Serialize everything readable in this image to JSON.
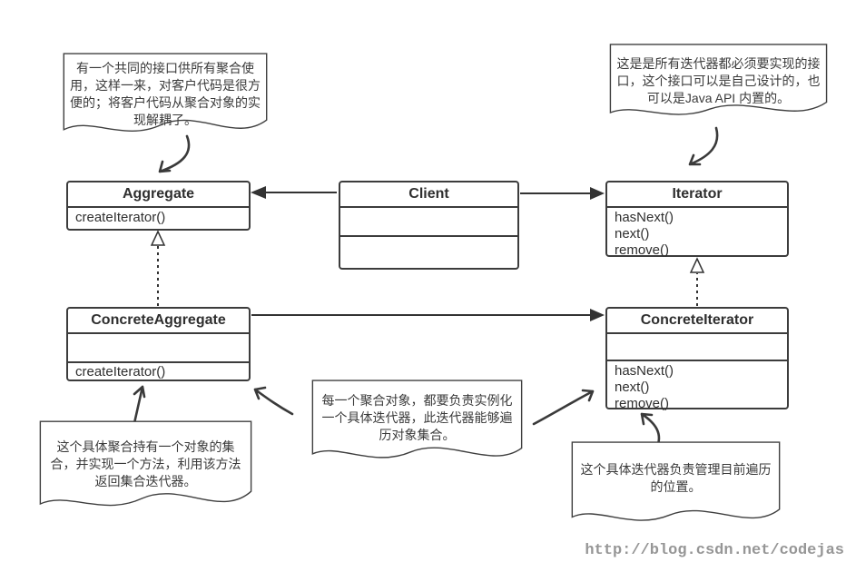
{
  "diagram": {
    "classes": {
      "aggregate": {
        "name": "Aggregate",
        "methods": [
          "createIterator()"
        ]
      },
      "client": {
        "name": "Client",
        "methods": []
      },
      "iterator": {
        "name": "Iterator",
        "methods": [
          "hasNext()",
          "next()",
          "remove()"
        ]
      },
      "concrete_aggregate": {
        "name": "ConcreteAggregate",
        "methods": [
          "createIterator()"
        ]
      },
      "concrete_iterator": {
        "name": "ConcreteIterator",
        "methods": [
          "hasNext()",
          "next()",
          "remove()"
        ]
      }
    },
    "notes": {
      "aggregate": "有一个共同的接口供所有聚合使用，这样一来，对客户代码是很方便的；将客户代码从聚合对象的实现解耦了。",
      "iterator": "这是是所有迭代器都必须要实现的接口，这个接口可以是自己设计的，也可以是Java API 内置的。",
      "instantiate": "每一个聚合对象，都要负责实例化一个具体迭代器，此迭代器能够遍历对象集合。",
      "concrete_aggregate": "这个具体聚合持有一个对象的集合，并实现一个方法，利用该方法返回集合迭代器。",
      "concrete_iterator": "这个具体迭代器负责管理目前遍历的位置。"
    },
    "watermark": "http://blog.csdn.net/codejas",
    "colors": {
      "line": "#333333",
      "border": "#3c3c3c",
      "class_text": "#2f2f2f",
      "note_text": "#3a3a3a",
      "watermark": "#969696",
      "background": "#ffffff"
    }
  }
}
